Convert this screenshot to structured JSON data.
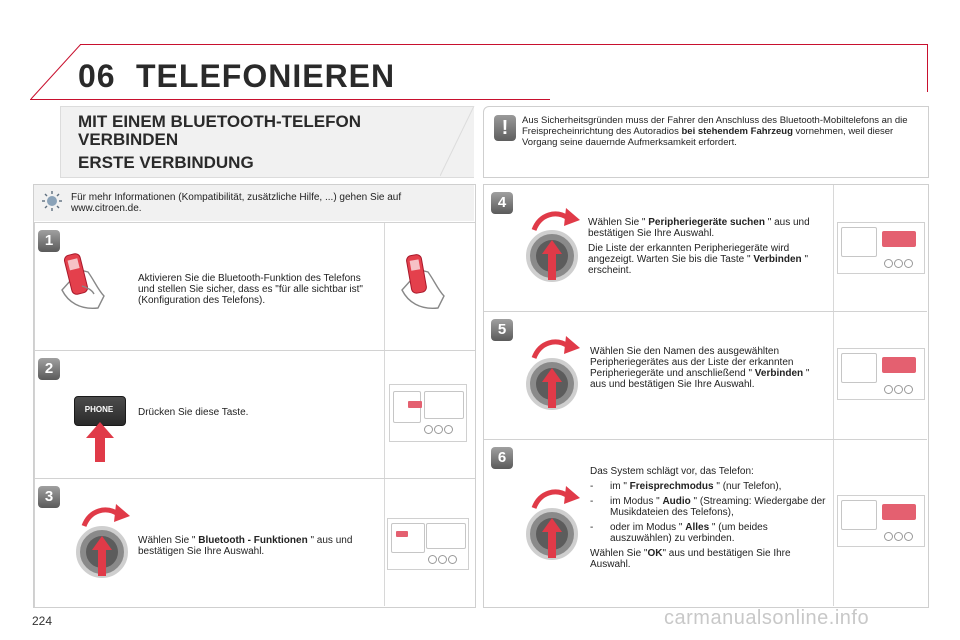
{
  "header": {
    "chapter_number": "06",
    "chapter_title": "TELEFONIEREN",
    "accent_color": "#c8102e"
  },
  "section": {
    "title": "MIT EINEM BLUETOOTH-TELEFON VERBINDEN",
    "subtitle": "ERSTE VERBINDUNG"
  },
  "warning": {
    "icon": "exclamation-icon",
    "badge": "!",
    "text_1": "Aus Sicherheitsgründen muss der Fahrer den Anschluss des Bluetooth-Mobiltelefons an die Freisprecheinrichtung des Autoradios ",
    "text_bold": "bei stehendem Fahrzeug",
    "text_2": " vornehmen, weil dieser Vorgang seine dauernde Aufmerksamkeit erfordert."
  },
  "info": {
    "icon": "lightbulb-icon",
    "text": "Für mehr Informationen (Kompatibilität, zusätzliche Hilfe, ...) gehen Sie auf www.citroen.de."
  },
  "steps": [
    {
      "number": "1",
      "text": "Aktivieren Sie die Bluetooth-Funktion des Telefons und stellen Sie sicher, dass es \"für alle sichtbar ist\" (Konfiguration des Telefons)."
    },
    {
      "number": "2",
      "button_label": "PHONE",
      "text": "Drücken Sie diese Taste."
    },
    {
      "number": "3",
      "pre": "Wählen Sie \" ",
      "bold": "Bluetooth - Funktionen",
      "post": " \" aus und bestätigen Sie Ihre Auswahl."
    },
    {
      "number": "4",
      "p1_pre": "Wählen Sie \" ",
      "p1_bold": "Peripheriegeräte suchen",
      "p1_post": " \" aus und bestätigen Sie Ihre Auswahl.",
      "p2_pre": "Die Liste der erkannten Peripheriegeräte wird angezeigt. Warten Sie bis die Taste \" ",
      "p2_bold": "Verbinden",
      "p2_post": " \" erscheint."
    },
    {
      "number": "5",
      "pre": "Wählen Sie den Namen des ausgewählten Peripheriegerätes aus der Liste der erkannten Peripheriegeräte und anschließend \" ",
      "bold": "Verbinden",
      "post": " \" aus und bestätigen Sie Ihre Auswahl."
    },
    {
      "number": "6",
      "intro": "Das System schlägt vor, das Telefon:",
      "dash": "-",
      "opt1_pre": "im \" ",
      "opt1_bold": "Freisprechmodus",
      "opt1_post": " \" (nur Telefon),",
      "opt2_pre": "im Modus \" ",
      "opt2_bold": "Audio",
      "opt2_post": " \" (Streaming: Wiedergabe der Musikdateien des Telefons),",
      "opt3_pre": "oder im Modus \" ",
      "opt3_bold": "Alles",
      "opt3_post": " \" (um beides auszuwählen) zu verbinden.",
      "outro_pre": "Wählen Sie \"",
      "outro_bold": "OK",
      "outro_post": "\" aus und bestätigen Sie Ihre Auswahl."
    }
  ],
  "footer": {
    "page_number": "224",
    "watermark": "carmanualsonline.info"
  }
}
